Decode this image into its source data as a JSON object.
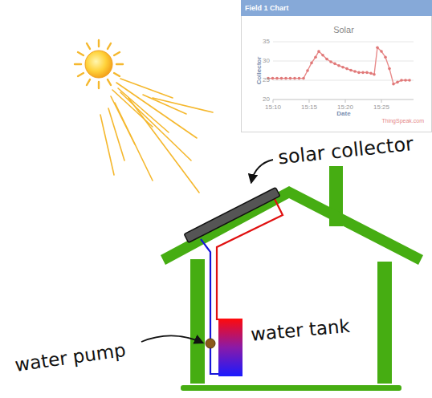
{
  "diagram": {
    "nodes": [
      {
        "text": [
          "Field 1 Chart"
        ]
      }
    ],
    "labels": [
      "Solar",
      "Collector",
      "35",
      "30",
      "25",
      "20",
      "15:10",
      "15:15",
      "15:20",
      "15:25",
      "Date",
      "ThingSpeak.com",
      "solar collector",
      "water tank",
      "water pump"
    ]
  }
}
